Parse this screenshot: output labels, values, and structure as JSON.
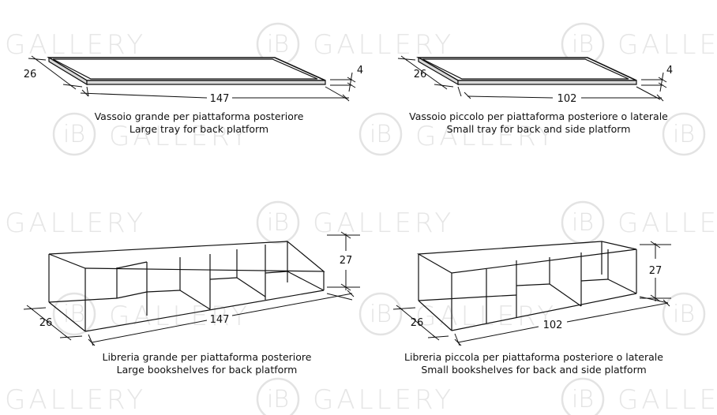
{
  "watermark": {
    "logo": "iB",
    "word": "GALLERY"
  },
  "items": [
    {
      "id": "tray-large",
      "caption_it": "Vassoio grande per piattaforma posteriore",
      "caption_en": "Large tray for back platform",
      "depth": "26",
      "length": "147",
      "height": "4"
    },
    {
      "id": "tray-small",
      "caption_it": "Vassoio piccolo per piattaforma posteriore o laterale",
      "caption_en": "Small tray for back and side platform",
      "depth": "26",
      "length": "102",
      "height": "4"
    },
    {
      "id": "shelf-large",
      "caption_it": "Libreria grande per piattaforma posteriore",
      "caption_en": "Large bookshelves for back platform",
      "depth": "26",
      "length": "147",
      "height": "27"
    },
    {
      "id": "shelf-small",
      "caption_it": "Libreria piccola per piattaforma posteriore o laterale",
      "caption_en": "Small bookshelves for back and side platform",
      "depth": "26",
      "length": "102",
      "height": "27"
    }
  ]
}
